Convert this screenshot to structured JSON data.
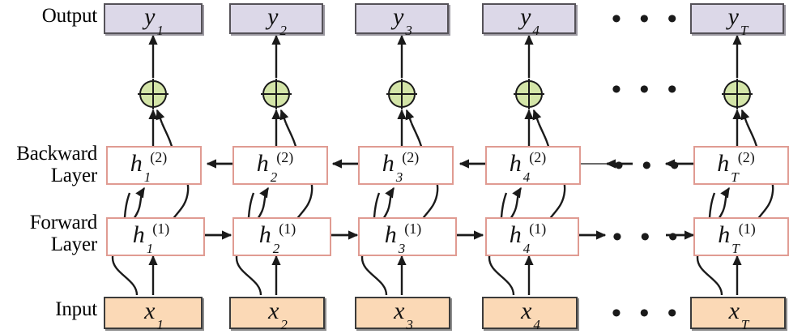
{
  "diagram": {
    "title": "Bidirectional RNN unfolded architecture",
    "colors": {
      "output_box_fill": "#dcd8e8",
      "output_box_border": "#555258",
      "input_box_fill": "#fbd9b6",
      "input_box_border": "#3b3b3b",
      "hidden_box_fill": "#ffffff",
      "hidden_box_border": "#e09b92",
      "sum_node_fill": "#d4e5a8",
      "sum_node_border": "#1a1a1a",
      "arrow_color": "#1a1a1a",
      "background": "#ffffff"
    },
    "row_labels": {
      "output": "Output",
      "backward": "Backward\nLayer",
      "forward": "Forward\nLayer",
      "input": "Input"
    },
    "ellipsis": "• • •",
    "rows": {
      "output": {
        "name": "output-row",
        "symbol": "y",
        "nodes": [
          {
            "base": "y",
            "sub": "1",
            "sup": ""
          },
          {
            "base": "y",
            "sub": "2",
            "sup": ""
          },
          {
            "base": "y",
            "sub": "3",
            "sup": ""
          },
          {
            "base": "y",
            "sub": "4",
            "sup": ""
          },
          {
            "base": "y",
            "sub": "T",
            "sup": ""
          }
        ]
      },
      "sum": {
        "name": "sum-row",
        "operator": "+",
        "count": 5
      },
      "backward": {
        "name": "backward-layer-row",
        "symbol": "h",
        "superscript": "(2)",
        "nodes": [
          {
            "base": "h",
            "sub": "1",
            "sup": "(2)"
          },
          {
            "base": "h",
            "sub": "2",
            "sup": "(2)"
          },
          {
            "base": "h",
            "sub": "3",
            "sup": "(2)"
          },
          {
            "base": "h",
            "sub": "4",
            "sup": "(2)"
          },
          {
            "base": "h",
            "sub": "T",
            "sup": "(2)"
          }
        ]
      },
      "forward": {
        "name": "forward-layer-row",
        "symbol": "h",
        "superscript": "(1)",
        "nodes": [
          {
            "base": "h",
            "sub": "1",
            "sup": "(1)"
          },
          {
            "base": "h",
            "sub": "2",
            "sup": "(1)"
          },
          {
            "base": "h",
            "sub": "3",
            "sup": "(1)"
          },
          {
            "base": "h",
            "sub": "4",
            "sup": "(1)"
          },
          {
            "base": "h",
            "sub": "T",
            "sup": "(1)"
          }
        ]
      },
      "input": {
        "name": "input-row",
        "symbol": "x",
        "nodes": [
          {
            "base": "x",
            "sub": "1",
            "sup": ""
          },
          {
            "base": "x",
            "sub": "2",
            "sup": ""
          },
          {
            "base": "x",
            "sub": "3",
            "sup": ""
          },
          {
            "base": "x",
            "sub": "4",
            "sup": ""
          },
          {
            "base": "x",
            "sub": "T",
            "sup": ""
          }
        ]
      }
    },
    "flow": {
      "backward_direction": "right-to-left",
      "forward_direction": "left-to-right"
    }
  }
}
